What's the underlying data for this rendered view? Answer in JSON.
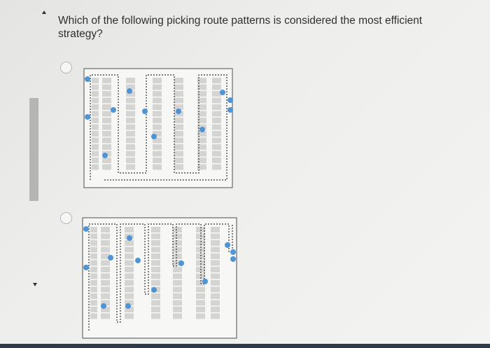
{
  "question": {
    "text": "Which of the following picking route patterns is considered the most efficient strategy?"
  },
  "options": [
    {
      "id": "option-1",
      "selected": false,
      "image": "s-shape-picking-route-diagram"
    },
    {
      "id": "option-2",
      "selected": false,
      "image": "return-picking-route-diagram"
    }
  ],
  "colors": {
    "pick_dot": "#4f95d6",
    "rack": "#d4d4d2",
    "route": "#333333",
    "strip": "#2c3a4a"
  }
}
